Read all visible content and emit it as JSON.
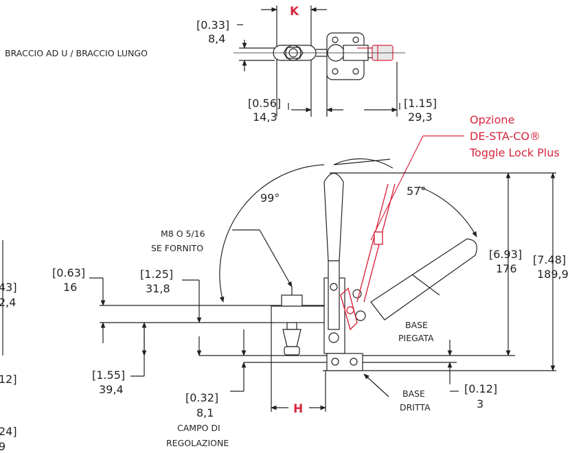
{
  "colors": {
    "line": "#231f20",
    "accent": "#d7263d"
  },
  "top_view": {
    "k_label": "K",
    "dim_a_in": "[0.33]",
    "dim_a_mm": "8,4",
    "arm_label": "BRACCIO AD U / BRACCIO LUNGO",
    "dim_b_in": "[0.56]",
    "dim_b_mm": "14,3",
    "dim_c_in": "[1.15]",
    "dim_c_mm": "29,3"
  },
  "option": {
    "line1": "Opzione",
    "line2": "DE-STA-CO®",
    "line3": "Toggle Lock Plus"
  },
  "side_view": {
    "angle_a": "99°",
    "angle_b": "57°",
    "thread_line1": "M8 O 5/16",
    "thread_line2": "SE FORNITO",
    "d1_in": "[0.63]",
    "d1_mm": "16",
    "d2_in": "[1.25]",
    "d2_mm": "31,8",
    "d3_in": "[1.55]",
    "d3_mm": "39,4",
    "d4_in": "[0.32]",
    "d4_mm": "8,1",
    "range_line1": "CAMPO DI",
    "range_line2": "REGOLAZIONE",
    "h_label": "H",
    "h1_in": "[6.93]",
    "h1_mm": "176",
    "h2_in": "[7.48]",
    "h2_mm": "189,9",
    "base_bent_1": "BASE",
    "base_bent_2": "PIEGATA",
    "base_straight_1": "BASE",
    "base_straight_2": "DRITTA",
    "d5_in": "[0.12]",
    "d5_mm": "3"
  },
  "clipped_left": {
    "a": "43]",
    "b": "2,4",
    "c": "12]",
    "d": "24]",
    "e": "9"
  }
}
